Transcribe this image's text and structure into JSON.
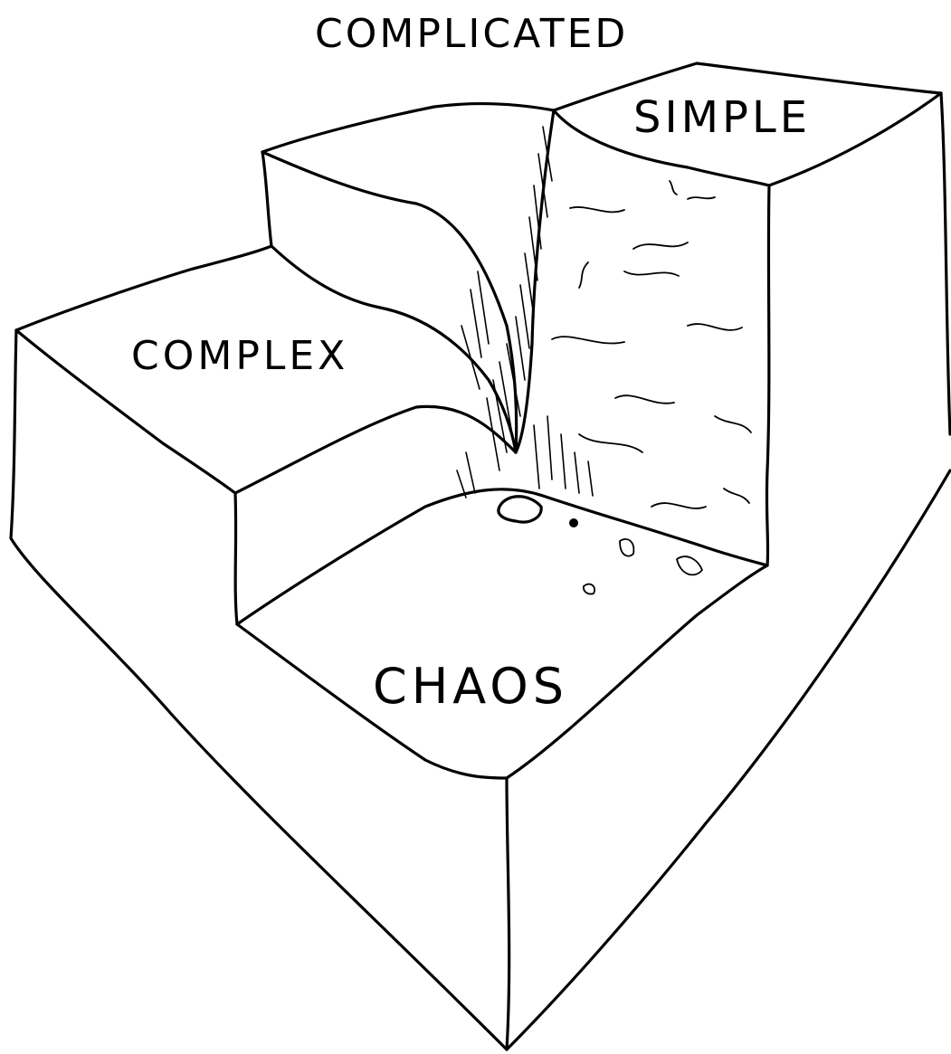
{
  "labels": {
    "complicated": "COMPLICATED",
    "simple": "SIMPLE",
    "complex": "COMPLEX",
    "chaos": "CHAOS"
  },
  "colors": {
    "ink": "#000000",
    "paper": "#ffffff"
  }
}
